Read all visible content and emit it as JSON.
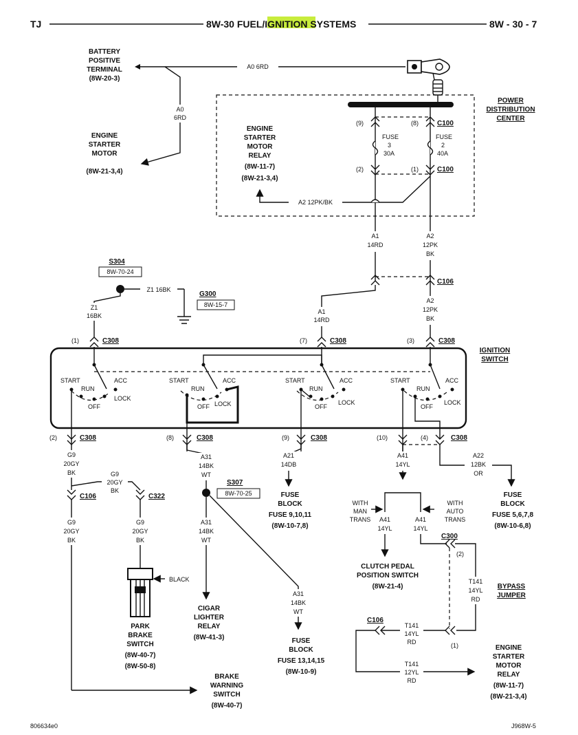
{
  "header": {
    "left": "TJ",
    "center_a": "8W-30 FUEL/",
    "center_hl": "IGNITION",
    "center_b": " SYSTEMS",
    "right": "8W - 30 - 7",
    "highlight_color": "#c8ec3c"
  },
  "battery": {
    "l1": "BATTERY",
    "l2": "POSITIVE",
    "l3": "TERMINAL",
    "l4": "(8W-20-3)"
  },
  "starter_motor": {
    "l1": "ENGINE",
    "l2": "STARTER",
    "l3": "MOTOR",
    "l4": "(8W-21-3,4)"
  },
  "pdc": {
    "l1": "POWER",
    "l2": "DISTRIBUTION",
    "l3": "CENTER"
  },
  "relay_top": {
    "l1": "ENGINE",
    "l2": "STARTER",
    "l3": "MOTOR",
    "l4": "RELAY",
    "l5": "(8W-11-7)",
    "l6": "(8W-21-3,4)"
  },
  "wires": {
    "a0_h": "A0 6RD",
    "a0": "A0",
    "rd6": "6RD",
    "a2_12pkbk": "A2 12PK/BK",
    "a1": "A1",
    "rd14": "14RD",
    "a2": "A2",
    "pk12": "12PK",
    "bk": "BK",
    "z1_16bk": "Z1 16BK",
    "z1": "Z1",
    "bk16": "16BK",
    "g9": "G9",
    "gy20": "20GY",
    "a31": "A31",
    "bk14": "14BK",
    "wt": "WT",
    "a21": "A21",
    "db14": "14DB",
    "a41": "A41",
    "yl14": "14YL",
    "a22": "A22",
    "bk12": "12BK",
    "or": "OR",
    "t141": "T141",
    "yl12": "12YL",
    "rd": "RD"
  },
  "fuses": {
    "fuse": "FUSE",
    "f3": "3",
    "a30": "30A",
    "f2": "2",
    "a40": "40A"
  },
  "connectors": {
    "c100": "C100",
    "c106": "C106",
    "c308": "C308",
    "c322": "C322",
    "c300": "C300",
    "p1": "(1)",
    "p2": "(2)",
    "p3": "(3)",
    "p4": "(4)",
    "p7": "(7)",
    "p8": "(8)",
    "p9": "(9)",
    "p10": "(10)"
  },
  "splices": {
    "s304": "S304",
    "s304_ref": "8W-70-24",
    "g300": "G300",
    "g300_ref": "8W-15-7",
    "s307": "S307",
    "s307_ref": "8W-70-25"
  },
  "ignition": {
    "l1": "IGNITION",
    "l2": "SWITCH",
    "start": "START",
    "run": "RUN",
    "acc": "ACC",
    "off": "OFF",
    "lock": "LOCK"
  },
  "fuse_block_a": {
    "l1": "FUSE",
    "l2": "BLOCK",
    "l3": "FUSE 9,10,11",
    "l4": "(8W-10-7,8)"
  },
  "fuse_block_b": {
    "l1": "FUSE",
    "l2": "BLOCK",
    "l3": "FUSE 5,6,7,8",
    "l4": "(8W-10-6,8)"
  },
  "fuse_block_c": {
    "l1": "FUSE",
    "l2": "BLOCK",
    "l3": "FUSE 13,14,15",
    "l4": "(8W-10-9)"
  },
  "trans": {
    "man1": "WITH",
    "man2": "MAN",
    "man3": "TRANS",
    "auto1": "WITH",
    "auto2": "AUTO",
    "auto3": "TRANS"
  },
  "clutch": {
    "l1": "CLUTCH PEDAL",
    "l2": "POSITION SWITCH",
    "l3": "(8W-21-4)"
  },
  "bypass": {
    "l1": "BYPASS",
    "l2": "JUMPER"
  },
  "park_brake": {
    "black": "BLACK",
    "l1": "PARK",
    "l2": "BRAKE",
    "l3": "SWITCH",
    "l4": "(8W-40-7)",
    "l5": "(8W-50-8)"
  },
  "cigar": {
    "l1": "CIGAR",
    "l2": "LIGHTER",
    "l3": "RELAY",
    "l4": "(8W-41-3)"
  },
  "brake_warn": {
    "l1": "BRAKE",
    "l2": "WARNING",
    "l3": "SWITCH",
    "l4": "(8W-40-7)"
  },
  "relay_bot": {
    "l1": "ENGINE",
    "l2": "STARTER",
    "l3": "MOTOR",
    "l4": "RELAY",
    "l5": "(8W-11-7)",
    "l6": "(8W-21-3,4)"
  },
  "footer": {
    "left": "806634e0",
    "right": "J968W-5"
  }
}
